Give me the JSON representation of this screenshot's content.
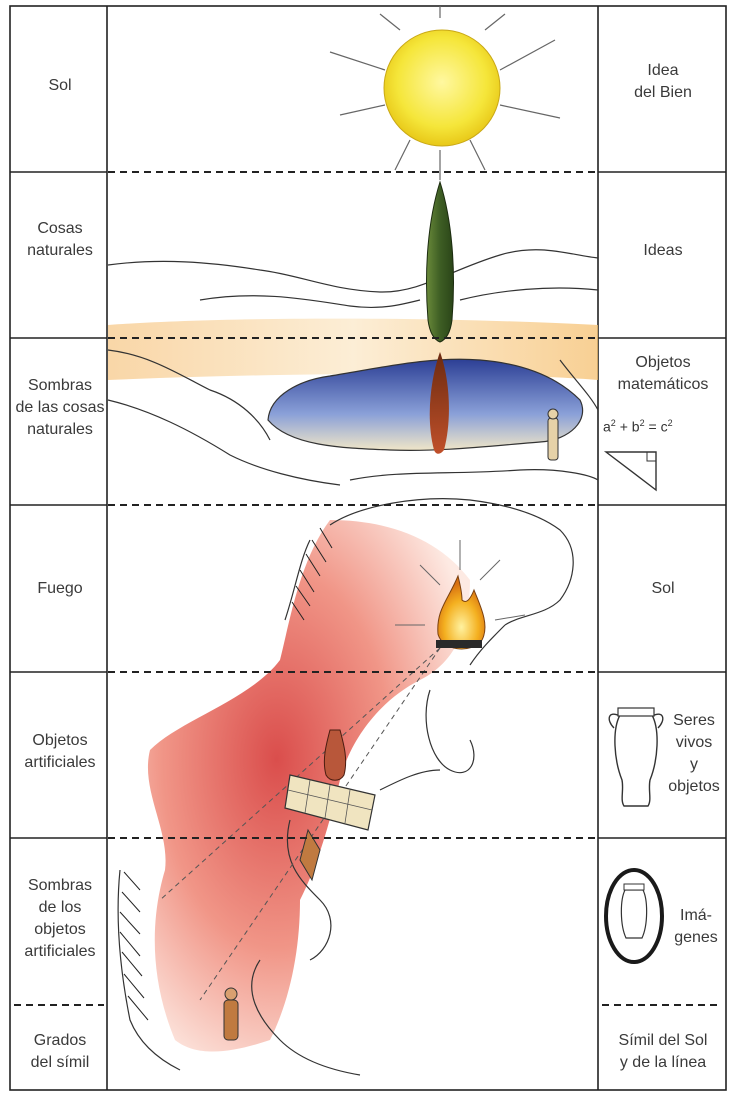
{
  "left_column": {
    "rows": [
      {
        "lines": [
          "Sol"
        ]
      },
      {
        "lines": [
          "Cosas",
          "naturales"
        ]
      },
      {
        "lines": [
          "Sombras",
          "de las cosas",
          "naturales"
        ]
      },
      {
        "lines": [
          "Fuego"
        ]
      },
      {
        "lines": [
          "Objetos",
          "artificiales"
        ]
      },
      {
        "lines": [
          "Sombras",
          "de los",
          "objetos",
          "artificiales"
        ]
      }
    ],
    "footer": [
      "Grados",
      "del símil"
    ]
  },
  "right_column": {
    "rows": [
      {
        "lines": [
          "Idea",
          "del Bien"
        ]
      },
      {
        "lines": [
          "Ideas"
        ]
      },
      {
        "lines": [
          "Objetos",
          "matemáticos"
        ]
      },
      {
        "lines": [
          "Sol"
        ]
      },
      {
        "lines": [
          "Seres",
          "vivos",
          "y objetos"
        ]
      },
      {
        "lines": [
          "Imá-",
          "genes"
        ]
      }
    ],
    "formula": {
      "a": "a",
      "b": "b",
      "c": "c",
      "exp": "2",
      "plus": "+",
      "eq": "="
    },
    "footer": [
      "Símil del Sol",
      "y de la línea"
    ]
  },
  "colors": {
    "sun": "#f3e62a",
    "tree": "#4a6b2c",
    "lake": "#3a4fa0",
    "fire": "#f0a020",
    "cave_red": "#d8453a",
    "glow": "#f6c888"
  },
  "icons": [
    "sun-icon",
    "cypress-tree-icon",
    "lake-reflection-icon",
    "fire-icon",
    "wall-icon",
    "vase-icon",
    "right-triangle-icon",
    "framed-vase-icon",
    "prisoner-figure-icon"
  ]
}
